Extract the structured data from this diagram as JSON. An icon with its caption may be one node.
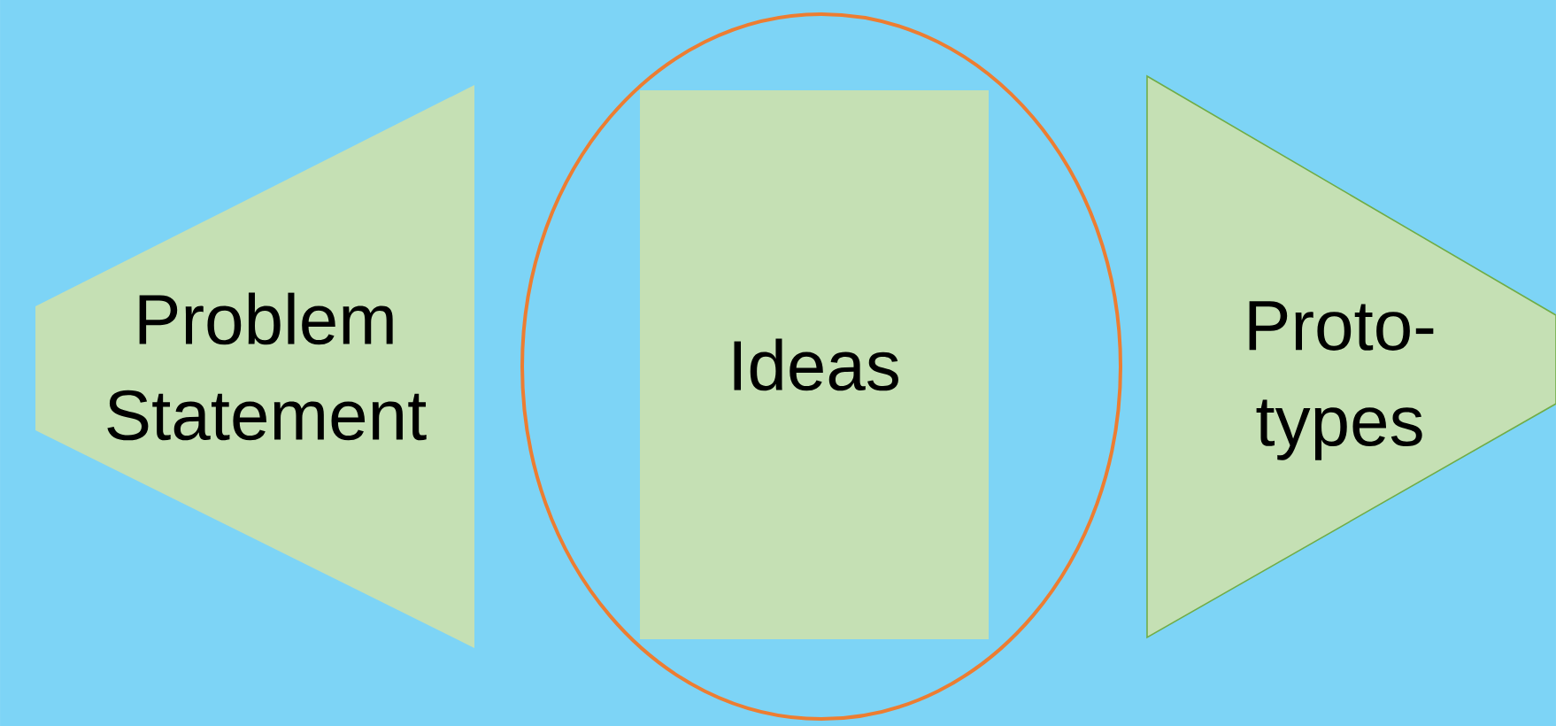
{
  "diagram": {
    "nodes": [
      {
        "text": [
          "Problem Statement"
        ]
      },
      {
        "text": [],
        "shape": "circle"
      },
      {
        "text": [
          "Ideas"
        ],
        "in": 1
      },
      {
        "text": [
          "Proto- types"
        ]
      }
    ]
  }
}
